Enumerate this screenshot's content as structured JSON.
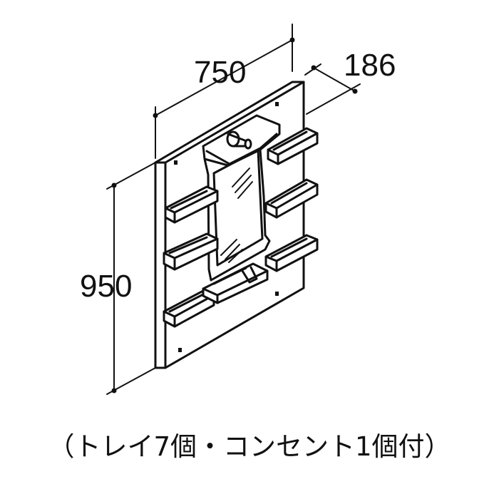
{
  "dimensions": {
    "width": "750",
    "depth": "186",
    "height": "950"
  },
  "caption": "（トレイ7個・コンセント1個付）",
  "colors": {
    "line": "#111111",
    "background": "#ffffff"
  }
}
